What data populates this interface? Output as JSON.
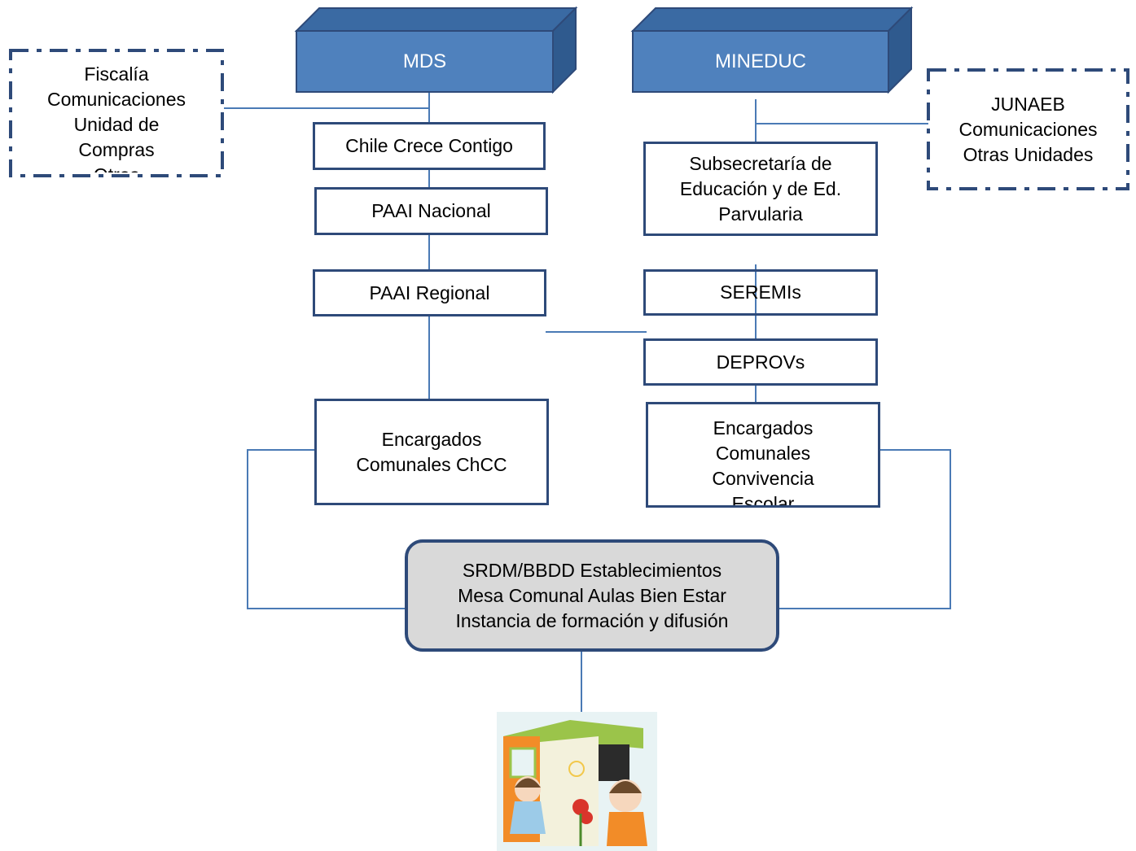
{
  "mds": {
    "label": "MDS"
  },
  "mineduc": {
    "label": "MINEDUC"
  },
  "fiscalia_box": {
    "text": "Fiscalía\nComunicaciones\nUnidad de\nCompras\nOtras"
  },
  "junaeb_box": {
    "text": "JUNAEB\nComunicaciones\nOtras Unidades"
  },
  "chcc": {
    "text": "Chile Crece Contigo"
  },
  "paai_nacional": {
    "text": "PAAI Nacional"
  },
  "paai_regional": {
    "text": "PAAI Regional"
  },
  "encargados_chcc": {
    "text": "Encargados\nComunales ChCC"
  },
  "subsecretaria": {
    "text": "Subsecretaría de\nEducación y de Ed.\nParvularia"
  },
  "seremis": {
    "text": "SEREMIs"
  },
  "deprovs": {
    "text": "DEPROVs"
  },
  "encargados_convivencia": {
    "text": "Encargados\nComunales\nConvivencia\nEscolar"
  },
  "central": {
    "text": "SRDM/BBDD Establecimientos\nMesa Comunal Aulas Bien Estar\nInstancia de formación y difusión"
  },
  "colors": {
    "cube_front": "#4f81bd",
    "cube_top": "#3a6aa3",
    "cube_side": "#2f5a8e",
    "border": "#2e4a79",
    "line": "#4a7ab5",
    "central_fill": "#d9d9d9"
  }
}
